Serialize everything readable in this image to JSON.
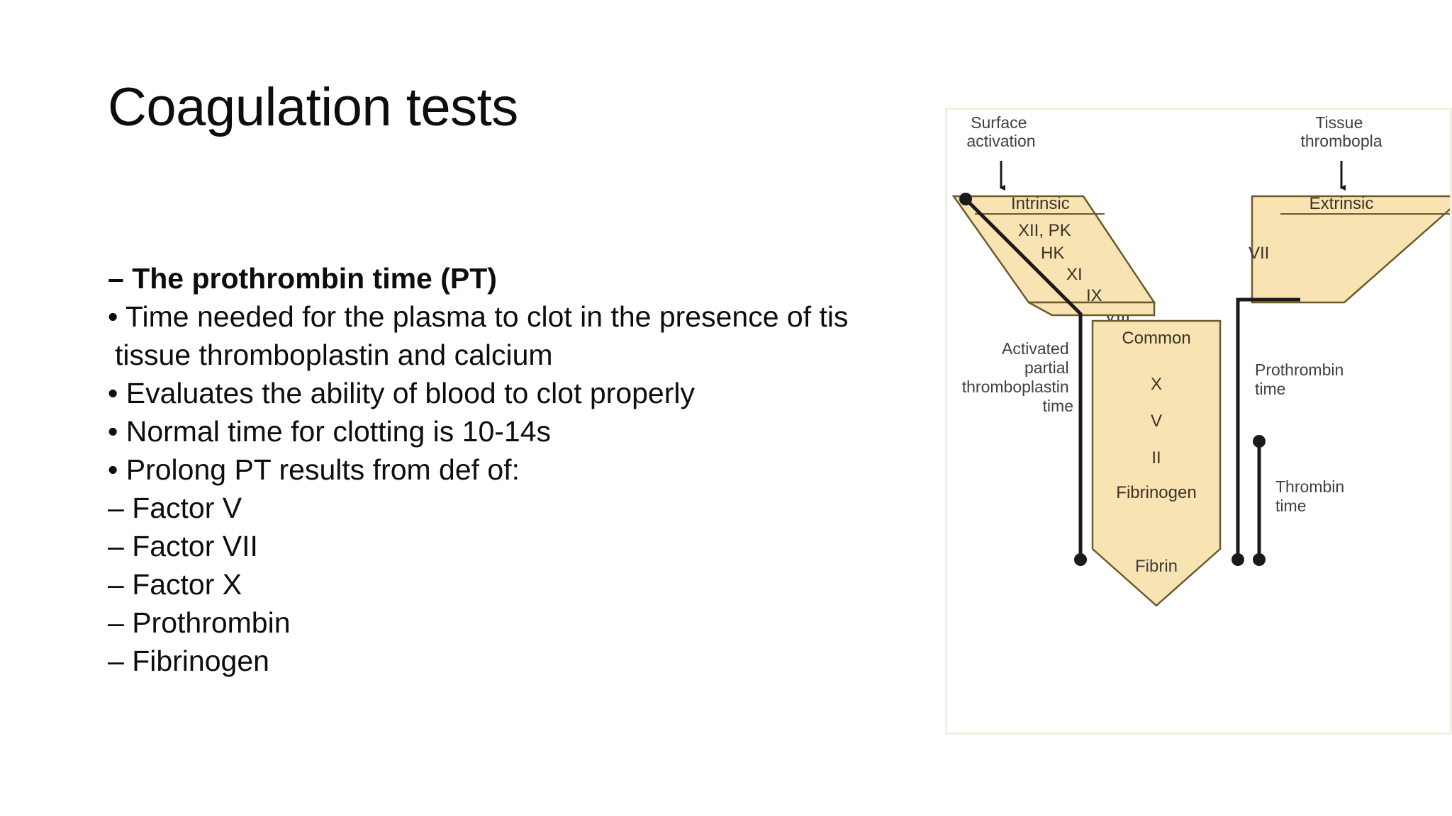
{
  "slide": {
    "title": "Coagulation tests",
    "body_lines": [
      {
        "text": "– The prothrombin time (PT)",
        "bold": true,
        "indent": false
      },
      {
        "text": "• Time needed for the plasma to clot in the presence of tis",
        "bold": false,
        "indent": false
      },
      {
        "text": "tissue thromboplastin and calcium",
        "bold": false,
        "indent": true
      },
      {
        "text": "• Evaluates the ability of blood to clot properly",
        "bold": false,
        "indent": false
      },
      {
        "text": "• Normal time for clotting is 10-14s",
        "bold": false,
        "indent": false
      },
      {
        "text": "• Prolong PT results from def of:",
        "bold": false,
        "indent": false
      },
      {
        "text": "– Factor V",
        "bold": false,
        "indent": false
      },
      {
        "text": "– Factor VII",
        "bold": false,
        "indent": false
      },
      {
        "text": "– Factor X",
        "bold": false,
        "indent": false
      },
      {
        "text": "– Prothrombin",
        "bold": false,
        "indent": false
      },
      {
        "text": "– Fibrinogen",
        "bold": false,
        "indent": false
      }
    ]
  },
  "diagram": {
    "caption_surface_activation": "Surface\nactivation",
    "surface_activation_line1": "Surface",
    "surface_activation_line2": "activation",
    "tissue_thromboplastin_line1": "Tissue",
    "tissue_thromboplastin_line2": "thrombopla",
    "intrinsic_label": "Intrinsic",
    "extrinsic_label": "Extrinsic",
    "common_label": "Common",
    "intrinsic_factors": [
      "XII, PK",
      "HK",
      "XI",
      "IX",
      "VIII"
    ],
    "extrinsic_factors": [
      "VII"
    ],
    "common_factors": [
      "X",
      "V",
      "II",
      "Fibrinogen"
    ],
    "aptt_lines": [
      "Activated",
      "partial",
      "thromboplastin",
      "time"
    ],
    "pt_lines": [
      "Prothrombin",
      "time"
    ],
    "tt_lines": [
      "Thrombin",
      "time"
    ],
    "fibrin_label": "Fibrin",
    "colors": {
      "block_fill": "#f8e3b3",
      "block_stroke": "#6b5a2a",
      "panel_border": "#f1efe2",
      "text": "#3a3226",
      "label_text": "#3f3f3f",
      "line": "#1a1a1a"
    }
  }
}
